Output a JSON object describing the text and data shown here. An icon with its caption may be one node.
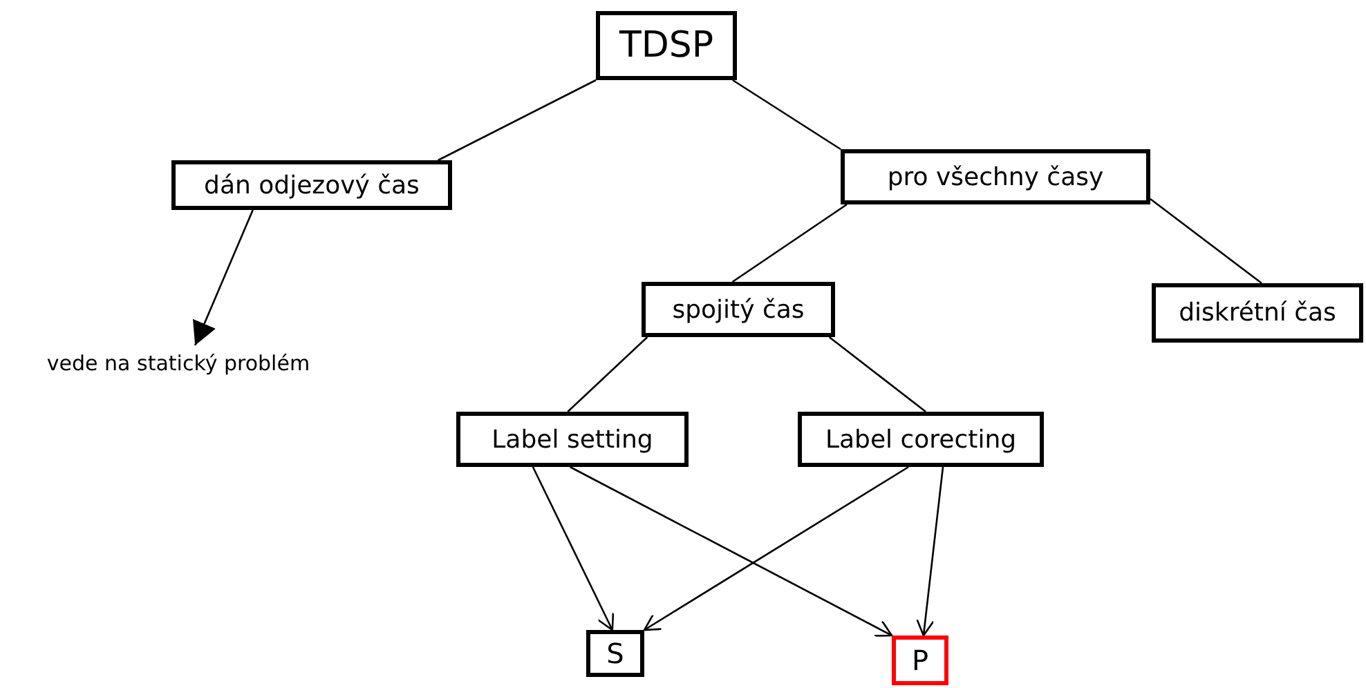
{
  "diagram": {
    "nodes": [
      {
        "text": [
          "TDSP"
        ]
      },
      {
        "text": [
          "dán odjezový čas"
        ]
      },
      {
        "text": [
          "pro všechny časy"
        ]
      },
      {
        "text": [
          "spojitý čas"
        ]
      },
      {
        "text": [
          "diskrétní čas"
        ]
      },
      {
        "text": [
          "Label setting"
        ]
      },
      {
        "text": [
          "Label corecting"
        ]
      },
      {
        "text": [
          "S"
        ]
      },
      {
        "text": [
          "P"
        ]
      },
      {
        "text": [
          "vede na statický problém"
        ]
      }
    ],
    "edges": [
      {
        "from": 0,
        "to": 1,
        "arrow": "none"
      },
      {
        "from": 0,
        "to": 2,
        "arrow": "none"
      },
      {
        "from": 2,
        "to": 3,
        "arrow": "none"
      },
      {
        "from": 2,
        "to": 4,
        "arrow": "none"
      },
      {
        "from": 3,
        "to": 5,
        "arrow": "none"
      },
      {
        "from": 3,
        "to": 6,
        "arrow": "none"
      },
      {
        "from": 5,
        "to": 7,
        "arrow": "to"
      },
      {
        "from": 5,
        "to": 8,
        "arrow": "to"
      },
      {
        "from": 6,
        "to": 7,
        "arrow": "to"
      },
      {
        "from": 6,
        "to": 8,
        "arrow": "to"
      },
      {
        "from": 1,
        "to": 9,
        "arrow": "to"
      }
    ]
  }
}
